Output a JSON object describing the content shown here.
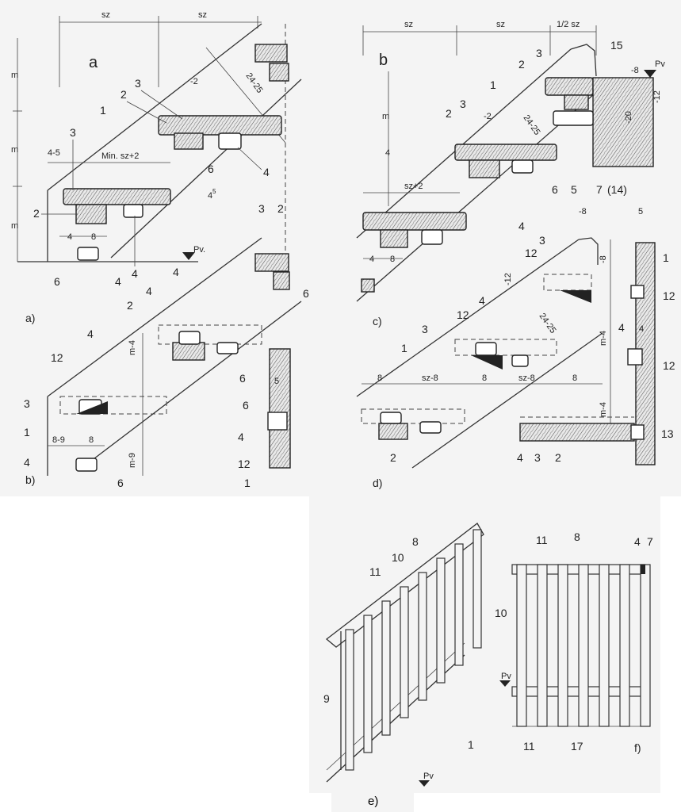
{
  "figures": {
    "a": {
      "heading": "a",
      "caption": "a)",
      "dims": {
        "sz1": "sz",
        "sz2": "sz",
        "m1": "m",
        "m2": "m",
        "m3": "m",
        "d45": "4-5",
        "minsz": "Min. sz+2",
        "d2": "-2",
        "d2425": "24-25",
        "d4": "4",
        "d8": "8",
        "d45b": "4",
        "d45exp": "5"
      },
      "labels": {
        "l1": "1",
        "l2a": "2",
        "l2b": "2",
        "l2c": "2",
        "l3a": "3",
        "l3b": "3",
        "l3c": "3",
        "l4a": "4",
        "l4b": "4",
        "l4c": "4",
        "l6a": "6",
        "l6b": "6",
        "l6c": "6",
        "pv": "Pv."
      }
    },
    "b": {
      "heading": "b",
      "caption": "b)",
      "dims": {
        "sz1": "sz",
        "sz2": "sz",
        "half": "1/2 sz",
        "m": "m",
        "d4": "4",
        "d5": "5",
        "sz2plus": "sz+2",
        "d2": "-2",
        "d2425": "24-25",
        "d8": "8",
        "d8v": "-8",
        "d12": "-12",
        "d20": "-20",
        "d4b": "4",
        "d8b": "8",
        "m45": "m-4",
        "m9": "m-9",
        "d89": "8-9",
        "d8c": "8"
      },
      "labels": {
        "l1": "1",
        "l2": "2",
        "l2b": "2",
        "l3": "3",
        "l3b": "3",
        "l4": "4",
        "l4b": "4",
        "l4c": "4",
        "l4d": "4",
        "l5": "5",
        "l6": "6",
        "l6b": "6",
        "l6c": "6",
        "l7": "7",
        "l14": "(14)",
        "l15": "15",
        "l12": "12",
        "l12b": "12",
        "l1b": "1",
        "l1c": "1",
        "l3c": "3",
        "l3d": "3",
        "pv": "Pv"
      }
    },
    "c": {
      "caption": "c)"
    },
    "d": {
      "caption": "d)",
      "dims": {
        "d8": "-8",
        "d55": "5",
        "d12": "-12",
        "d2425": "24-25",
        "d8a": "8",
        "sz8a": "sz-8",
        "d8b": "8",
        "sz8b": "sz-8",
        "d8c": "8",
        "m45": "m-4",
        "m45b": "m-4",
        "d8v": "-8",
        "d45": "4",
        "d45b": "4",
        "d45c": "4",
        "d45d": "4",
        "d4": "4"
      },
      "labels": {
        "l1": "1",
        "l1b": "1",
        "l2": "2",
        "l2b": "2",
        "l3": "3",
        "l3b": "3",
        "l3c": "3",
        "l4": "4",
        "l4b": "4",
        "l4c": "4",
        "l12": "12",
        "l12b": "12",
        "l12c": "12",
        "l12d": "12",
        "l13": "13"
      }
    },
    "e": {
      "caption": "e)",
      "labels": {
        "l8": "8",
        "l10": "10",
        "l11": "11",
        "l9": "9",
        "l1": "1",
        "pv": "Pv"
      }
    },
    "f": {
      "caption": "f)",
      "labels": {
        "l11a": "11",
        "l8": "8",
        "l4": "4",
        "l7": "7",
        "l10": "10",
        "l11b": "11",
        "l17": "17",
        "pv": "Pv"
      }
    }
  }
}
